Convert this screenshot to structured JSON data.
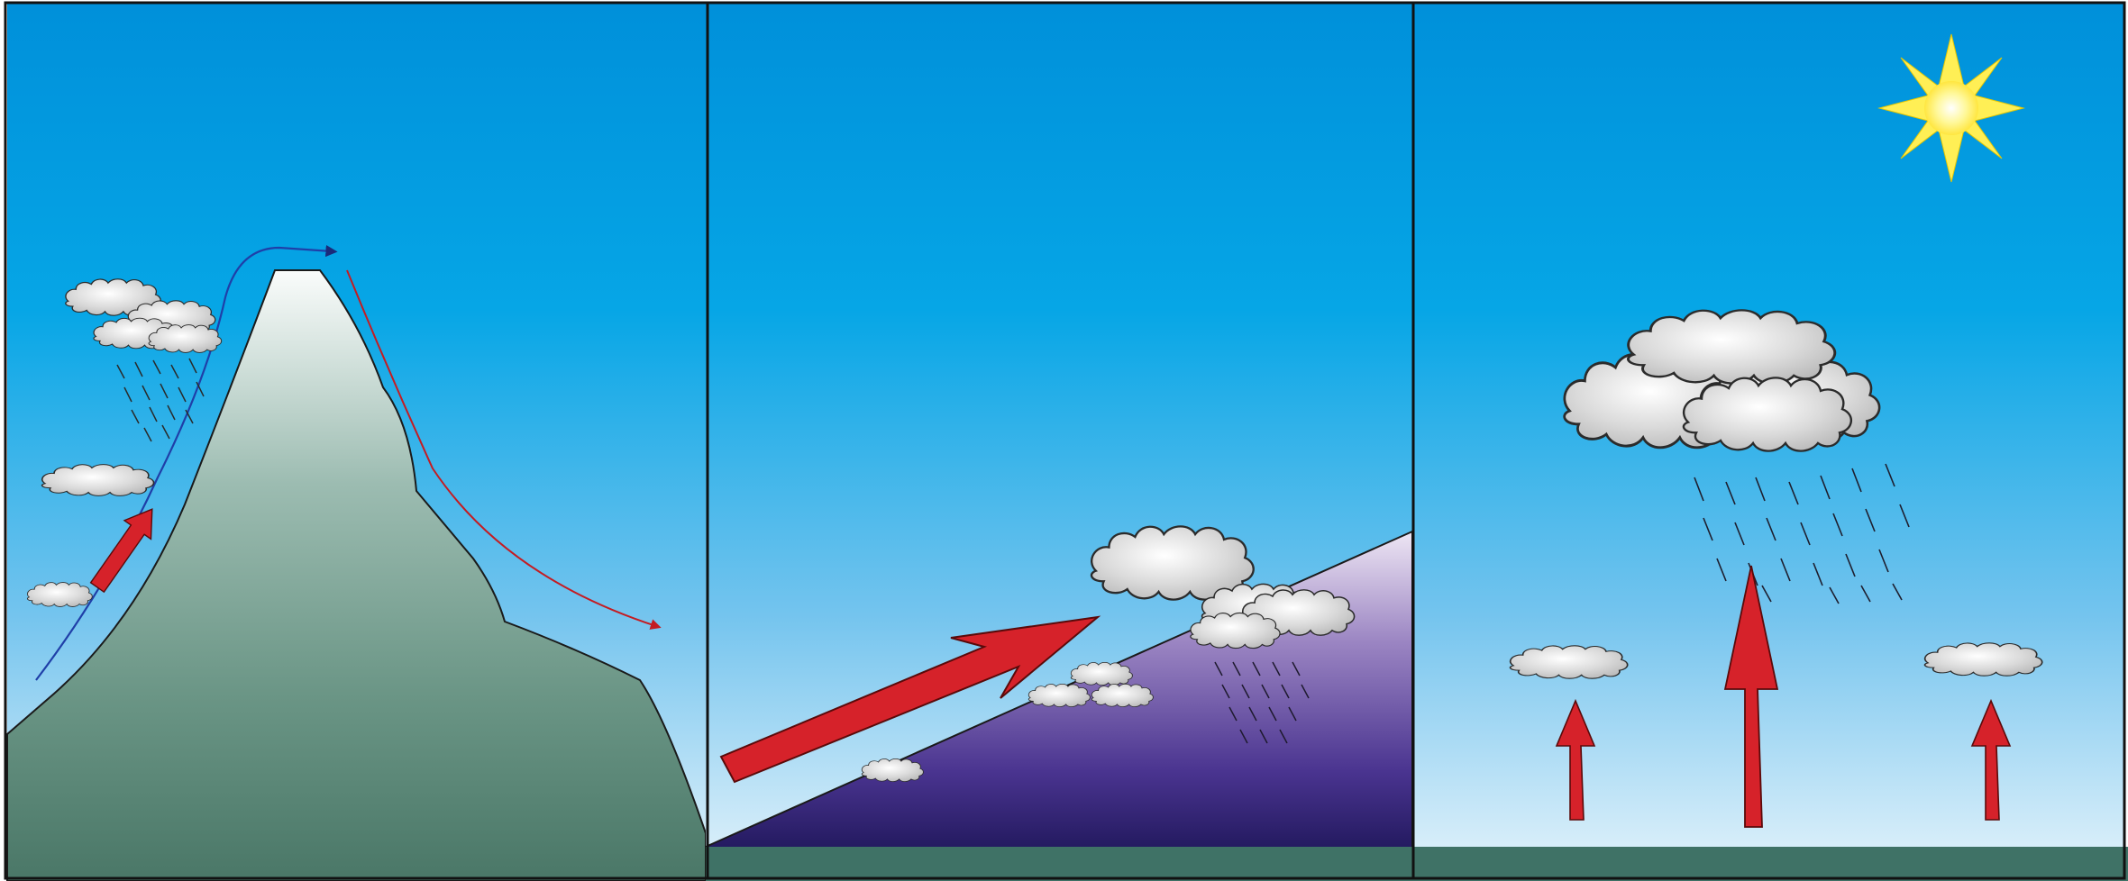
{
  "diagram": {
    "panels": [
      {
        "id": "orographic",
        "elements": [
          "mountain-peak",
          "airflow-upslope",
          "airflow-downslope",
          "clouds",
          "rain",
          "updraft-arrow"
        ]
      },
      {
        "id": "frontal",
        "elements": [
          "sloped-front",
          "warm-air-arrow",
          "clouds",
          "rain"
        ]
      },
      {
        "id": "convective",
        "elements": [
          "sun",
          "cumulus-cloud",
          "updraft-arrows",
          "rain"
        ]
      }
    ]
  },
  "colors": {
    "sky_top": "#0092dc",
    "sky_bottom": "#d6ecf8",
    "mountain_top": "#f4f8f6",
    "mountain_bottom": "#4d7a6c",
    "front_top": "#e4d8ee",
    "front_bottom": "#28206a",
    "ground": "#3f7266",
    "arrow_red": "#d6222a",
    "flow_blue": "#1f3fa8",
    "flow_red": "#c41c22",
    "cloud_fill": "#cfcfcf",
    "sun": "#fff27a"
  },
  "icons": {
    "sun": "sun-icon",
    "cloud": "cloud-icon",
    "rain": "rain-streaks-icon",
    "arrow": "red-arrow-icon"
  }
}
